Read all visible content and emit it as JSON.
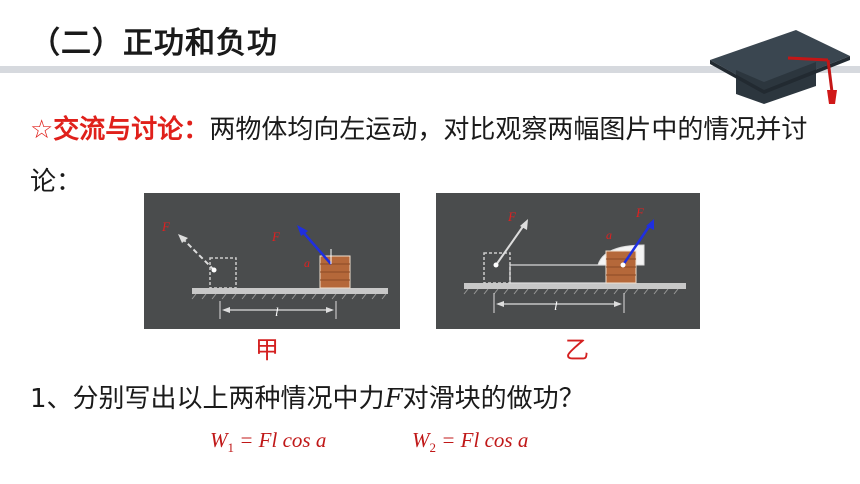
{
  "header": {
    "title": "（二）正功和负功",
    "icon": "graduation-cap-icon"
  },
  "discussion": {
    "prefix": "☆交流与讨论：",
    "text": "两物体均向左运动，对比观察两幅图片中的情况并讨论："
  },
  "figures": {
    "a": {
      "caption": "甲",
      "force_label": "F",
      "force_label_2": "F",
      "angle_label": "a",
      "length_label": "l"
    },
    "b": {
      "caption": "乙",
      "force_label": "F",
      "force_label_2": "F",
      "angle_label": "a",
      "length_label": "l"
    }
  },
  "question": {
    "number": "1",
    "text_before": "、分别写出以上两种情况中力",
    "var": "F",
    "text_after": "对滑块的做功？"
  },
  "formulas": {
    "w1": {
      "symbol": "W",
      "sub": "1",
      "expr": " = Fl cos a"
    },
    "w2": {
      "symbol": "W",
      "sub": "2",
      "expr": " = Fl cos a"
    }
  },
  "colors": {
    "accent_red": "#e0201b",
    "figure_bg": "#4a4c4d",
    "force_arrow": "#1f2fe0",
    "block_fill": "#b5683a"
  }
}
